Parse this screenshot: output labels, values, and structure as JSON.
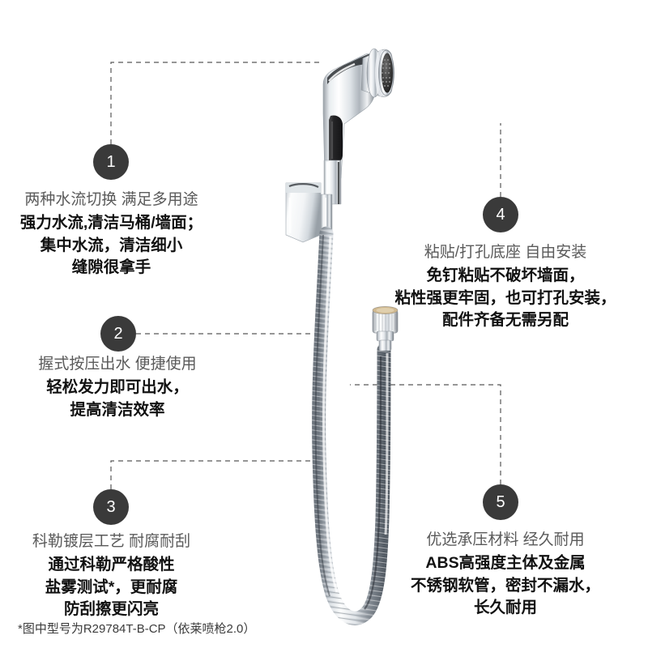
{
  "page": {
    "background": "#ffffff",
    "badge_color": "#3a3a3a",
    "badge_text_color": "#ffffff",
    "heading_color": "#5a5a5a",
    "body_color": "#111111",
    "leader_line_color": "#585858"
  },
  "product": {
    "name": "bidet-spray-gun",
    "parts": {
      "spray_head": "chrome spray head with black perforated nozzle face",
      "trigger": "black rubber trigger lever",
      "wall_bracket": "chrome square wall-mount holder",
      "connector_nut": "knurled chrome hose connector nut",
      "hose": "stainless steel flexible hose in U-loop"
    }
  },
  "features": [
    {
      "number": "1",
      "heading": "两种水流切换 满足多用途",
      "body": [
        "强力水流,清洁马桶/墙面；",
        "集中水流，清洁细小",
        "缝隙很拿手"
      ]
    },
    {
      "number": "2",
      "heading": "握式按压出水 便捷使用",
      "body": [
        "轻松发力即可出水，",
        "提高清洁效率"
      ]
    },
    {
      "number": "3",
      "heading": "科勒镀层工艺 耐腐耐刮",
      "body": [
        "通过科勒严格酸性",
        "盐雾测试*，更耐腐",
        "防刮擦更闪亮"
      ]
    },
    {
      "number": "4",
      "heading": "粘贴/打孔底座 自由安装",
      "body": [
        "免钉粘贴不破坏墙面，",
        "粘性强更牢固，也可打孔安装，",
        "配件齐备无需另配"
      ]
    },
    {
      "number": "5",
      "heading": "优选承压材料 经久耐用",
      "body": [
        "ABS高强度主体及金属",
        "不锈钢软管，密封不漏水，",
        "长久耐用"
      ]
    }
  ],
  "footnote": "*图中型号为R29784T-B-CP（依莱喷枪2.0）"
}
